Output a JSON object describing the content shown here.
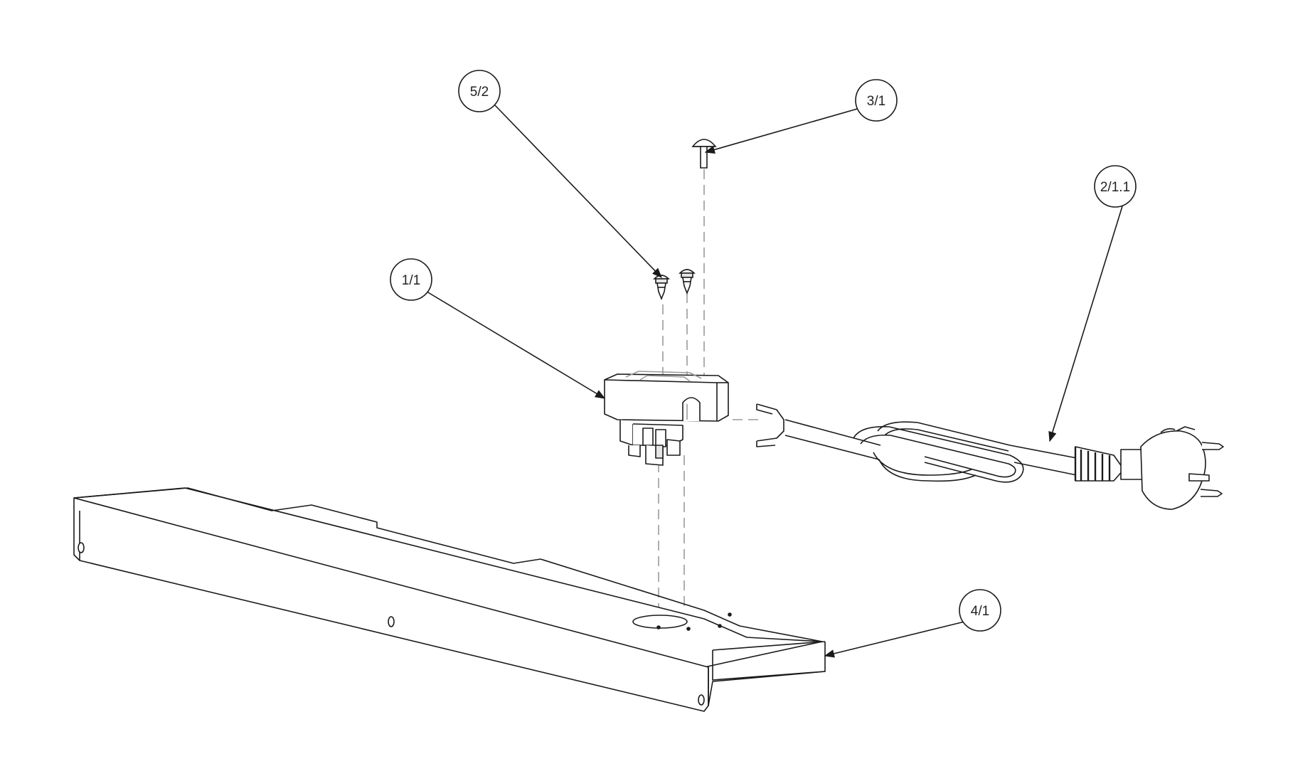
{
  "diagram": {
    "callouts": [
      {
        "id": "5/2",
        "label": "5/2"
      },
      {
        "id": "3/1",
        "label": "3/1"
      },
      {
        "id": "2/1.1",
        "label": "2/1.1"
      },
      {
        "id": "1/1",
        "label": "1/1"
      },
      {
        "id": "4/1",
        "label": "4/1"
      }
    ],
    "colors": {
      "line": "#1a1a1a",
      "hidden_line": "#9a9a9a",
      "background": "#ffffff"
    }
  }
}
